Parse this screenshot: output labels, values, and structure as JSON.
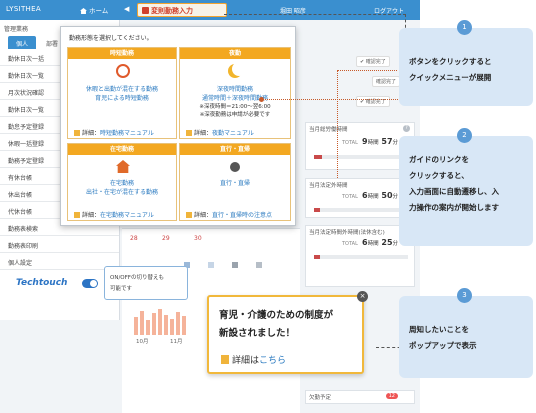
{
  "app": {
    "logo": "LYSITHEA",
    "home_label": "ホーム",
    "quick_button_label": "変則勤務入力",
    "user_label": "堀田 昭彦",
    "logout_label": "ログアウト"
  },
  "leftnav": {
    "header": "管理業務",
    "tabs": [
      "個人",
      "部署"
    ],
    "items": [
      "勤休日次一括",
      "勤休日次一覧",
      "月次状況確認",
      "勤休日次一覧",
      "勤怠予定登録",
      "休暇一括登録",
      "勤務予定登録",
      "有休台帳",
      "休出台帳",
      "代休台帳",
      "勤務表検索",
      "勤務表印刷",
      "個人設定"
    ]
  },
  "popup": {
    "prompt": "勤務形態を選択してください。",
    "cells": [
      {
        "header": "時短勤務",
        "links": [
          "休暇と出勤が混在する勤務",
          "育児による時短勤務"
        ],
        "notes": [],
        "detail_prefix": "詳細：",
        "detail_link": "時短勤務マニュアル"
      },
      {
        "header": "夜勤",
        "links": [
          "深夜時間勤務",
          "通常時間＋深夜時間勤務"
        ],
        "notes": [
          "※深夜時間＝21:00～翌6:00",
          "※深夜勤務は申請が必要です"
        ],
        "detail_prefix": "詳細：",
        "detail_link": "夜勤マニュアル"
      },
      {
        "header": "在宅勤務",
        "links": [
          "在宅勤務",
          "出社・在宅が混在する勤務"
        ],
        "notes": [],
        "detail_prefix": "詳細：",
        "detail_link": "在宅勤務マニュアル"
      },
      {
        "header": "直行・直帰",
        "links": [
          "直行・直帰"
        ],
        "notes": [],
        "detail_prefix": "詳細：",
        "detail_link": "直行・直帰時の注意点"
      }
    ]
  },
  "right_panel": {
    "confirm_label": "確認完了",
    "cards": [
      {
        "title": "当月総労働時間",
        "total": "TOTAL",
        "hours": "9",
        "hours_unit": "時間",
        "minutes": "57",
        "minutes_unit": "分"
      },
      {
        "title": "当月法定外時間",
        "total": "TOTAL",
        "hours": "6",
        "hours_unit": "時間",
        "minutes": "50",
        "minutes_unit": "分"
      },
      {
        "title": "当月法定時間外時間(法休含む)",
        "total": "TOTAL",
        "hours": "6",
        "hours_unit": "時間",
        "minutes": "25",
        "minutes_unit": "分"
      }
    ],
    "footer_item": "欠勤予定",
    "footer_badge": "12"
  },
  "calendar": {
    "days": [
      "28",
      "29",
      "30"
    ],
    "months": [
      "10月",
      "11月"
    ]
  },
  "techtouch": {
    "logo": "Techtouch",
    "tooltip_line1": "ON/OFFの切り替えも",
    "tooltip_line2": "可能です"
  },
  "announcement": {
    "title_line1": "育児・介護のための制度が",
    "title_line2": "新設されました！",
    "link_prefix": "詳細は",
    "link_text": "こちら"
  },
  "callouts": [
    {
      "number": "1",
      "line1": "ボタンをクリックすると",
      "line2": "クイックメニューが展開"
    },
    {
      "number": "2",
      "line1": "ガイドのリンクを",
      "line2": "クリックすると、",
      "line3": "入力画面に自動遷移し、入",
      "line4": "力操作の案内が開始します"
    },
    {
      "number": "3",
      "line1": "周知したいことを",
      "line2": "ポップアップで表示"
    }
  ]
}
